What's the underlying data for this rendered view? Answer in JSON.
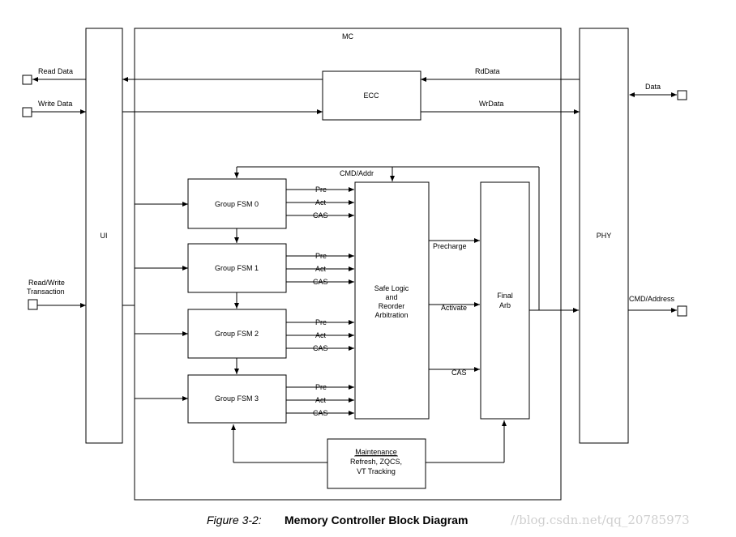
{
  "blocks": {
    "mc": "MC",
    "ui": "UI",
    "phy": "PHY",
    "ecc": "ECC",
    "fsm0": "Group FSM 0",
    "fsm1": "Group FSM 1",
    "fsm2": "Group FSM 2",
    "fsm3": "Group FSM 3",
    "safe_logic": [
      "Safe Logic",
      "and",
      "Reorder",
      "Arbitration"
    ],
    "final_arb": [
      "Final",
      "Arb"
    ],
    "maintenance_title": "Maintenance",
    "maintenance_lines": [
      "Refresh, ZQCS,",
      "VT Tracking"
    ]
  },
  "signals": {
    "read_data": "Read Data",
    "write_data": "Write Data",
    "rw_transaction": [
      "Read/Write",
      "Transaction"
    ],
    "rddata": "RdData",
    "wrdata": "WrData",
    "data": "Data",
    "cmd_addr": "CMD/Addr",
    "cmd_address": "CMD/Address",
    "pre": "Pre",
    "act": "Act",
    "cas": "CAS",
    "precharge": "Precharge",
    "activate": "Activate",
    "cas_out": "CAS"
  },
  "caption": {
    "number": "Figure 3-2:",
    "title": "Memory Controller Block Diagram"
  },
  "watermark": "//blog.csdn.net/qq_20785973"
}
